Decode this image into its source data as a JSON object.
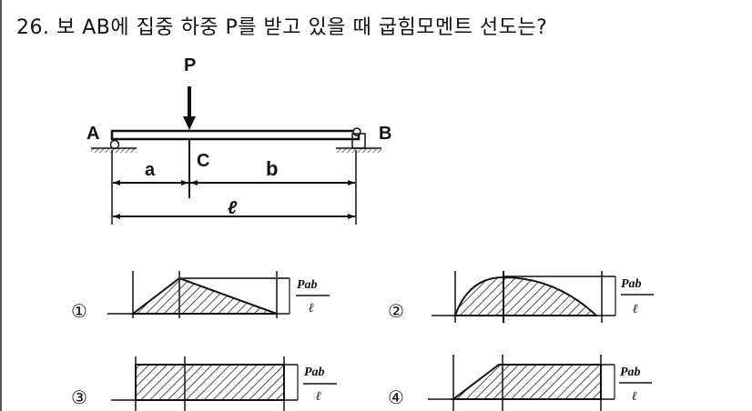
{
  "question": {
    "number": "26.",
    "text": "26. 보 AB에 집중 하중 P를 받고 있을 때 굽힘모멘트 선도는?"
  },
  "beam_figure": {
    "load_label": "P",
    "support_left_label": "A",
    "support_right_label": "B",
    "point_label": "C",
    "dim_a": "a",
    "dim_b": "b",
    "dim_total": "ℓ"
  },
  "options": [
    {
      "marker": "①",
      "shape": "triangle",
      "fraction_num": "Pab",
      "fraction_den": "ℓ"
    },
    {
      "marker": "②",
      "shape": "parabola",
      "fraction_num": "Pab",
      "fraction_den": "ℓ"
    },
    {
      "marker": "③",
      "shape": "rectangle",
      "fraction_num": "Pab",
      "fraction_den": "ℓ"
    },
    {
      "marker": "④",
      "shape": "ramp-rectangle",
      "fraction_num": "Pab",
      "fraction_den": "ℓ"
    }
  ]
}
